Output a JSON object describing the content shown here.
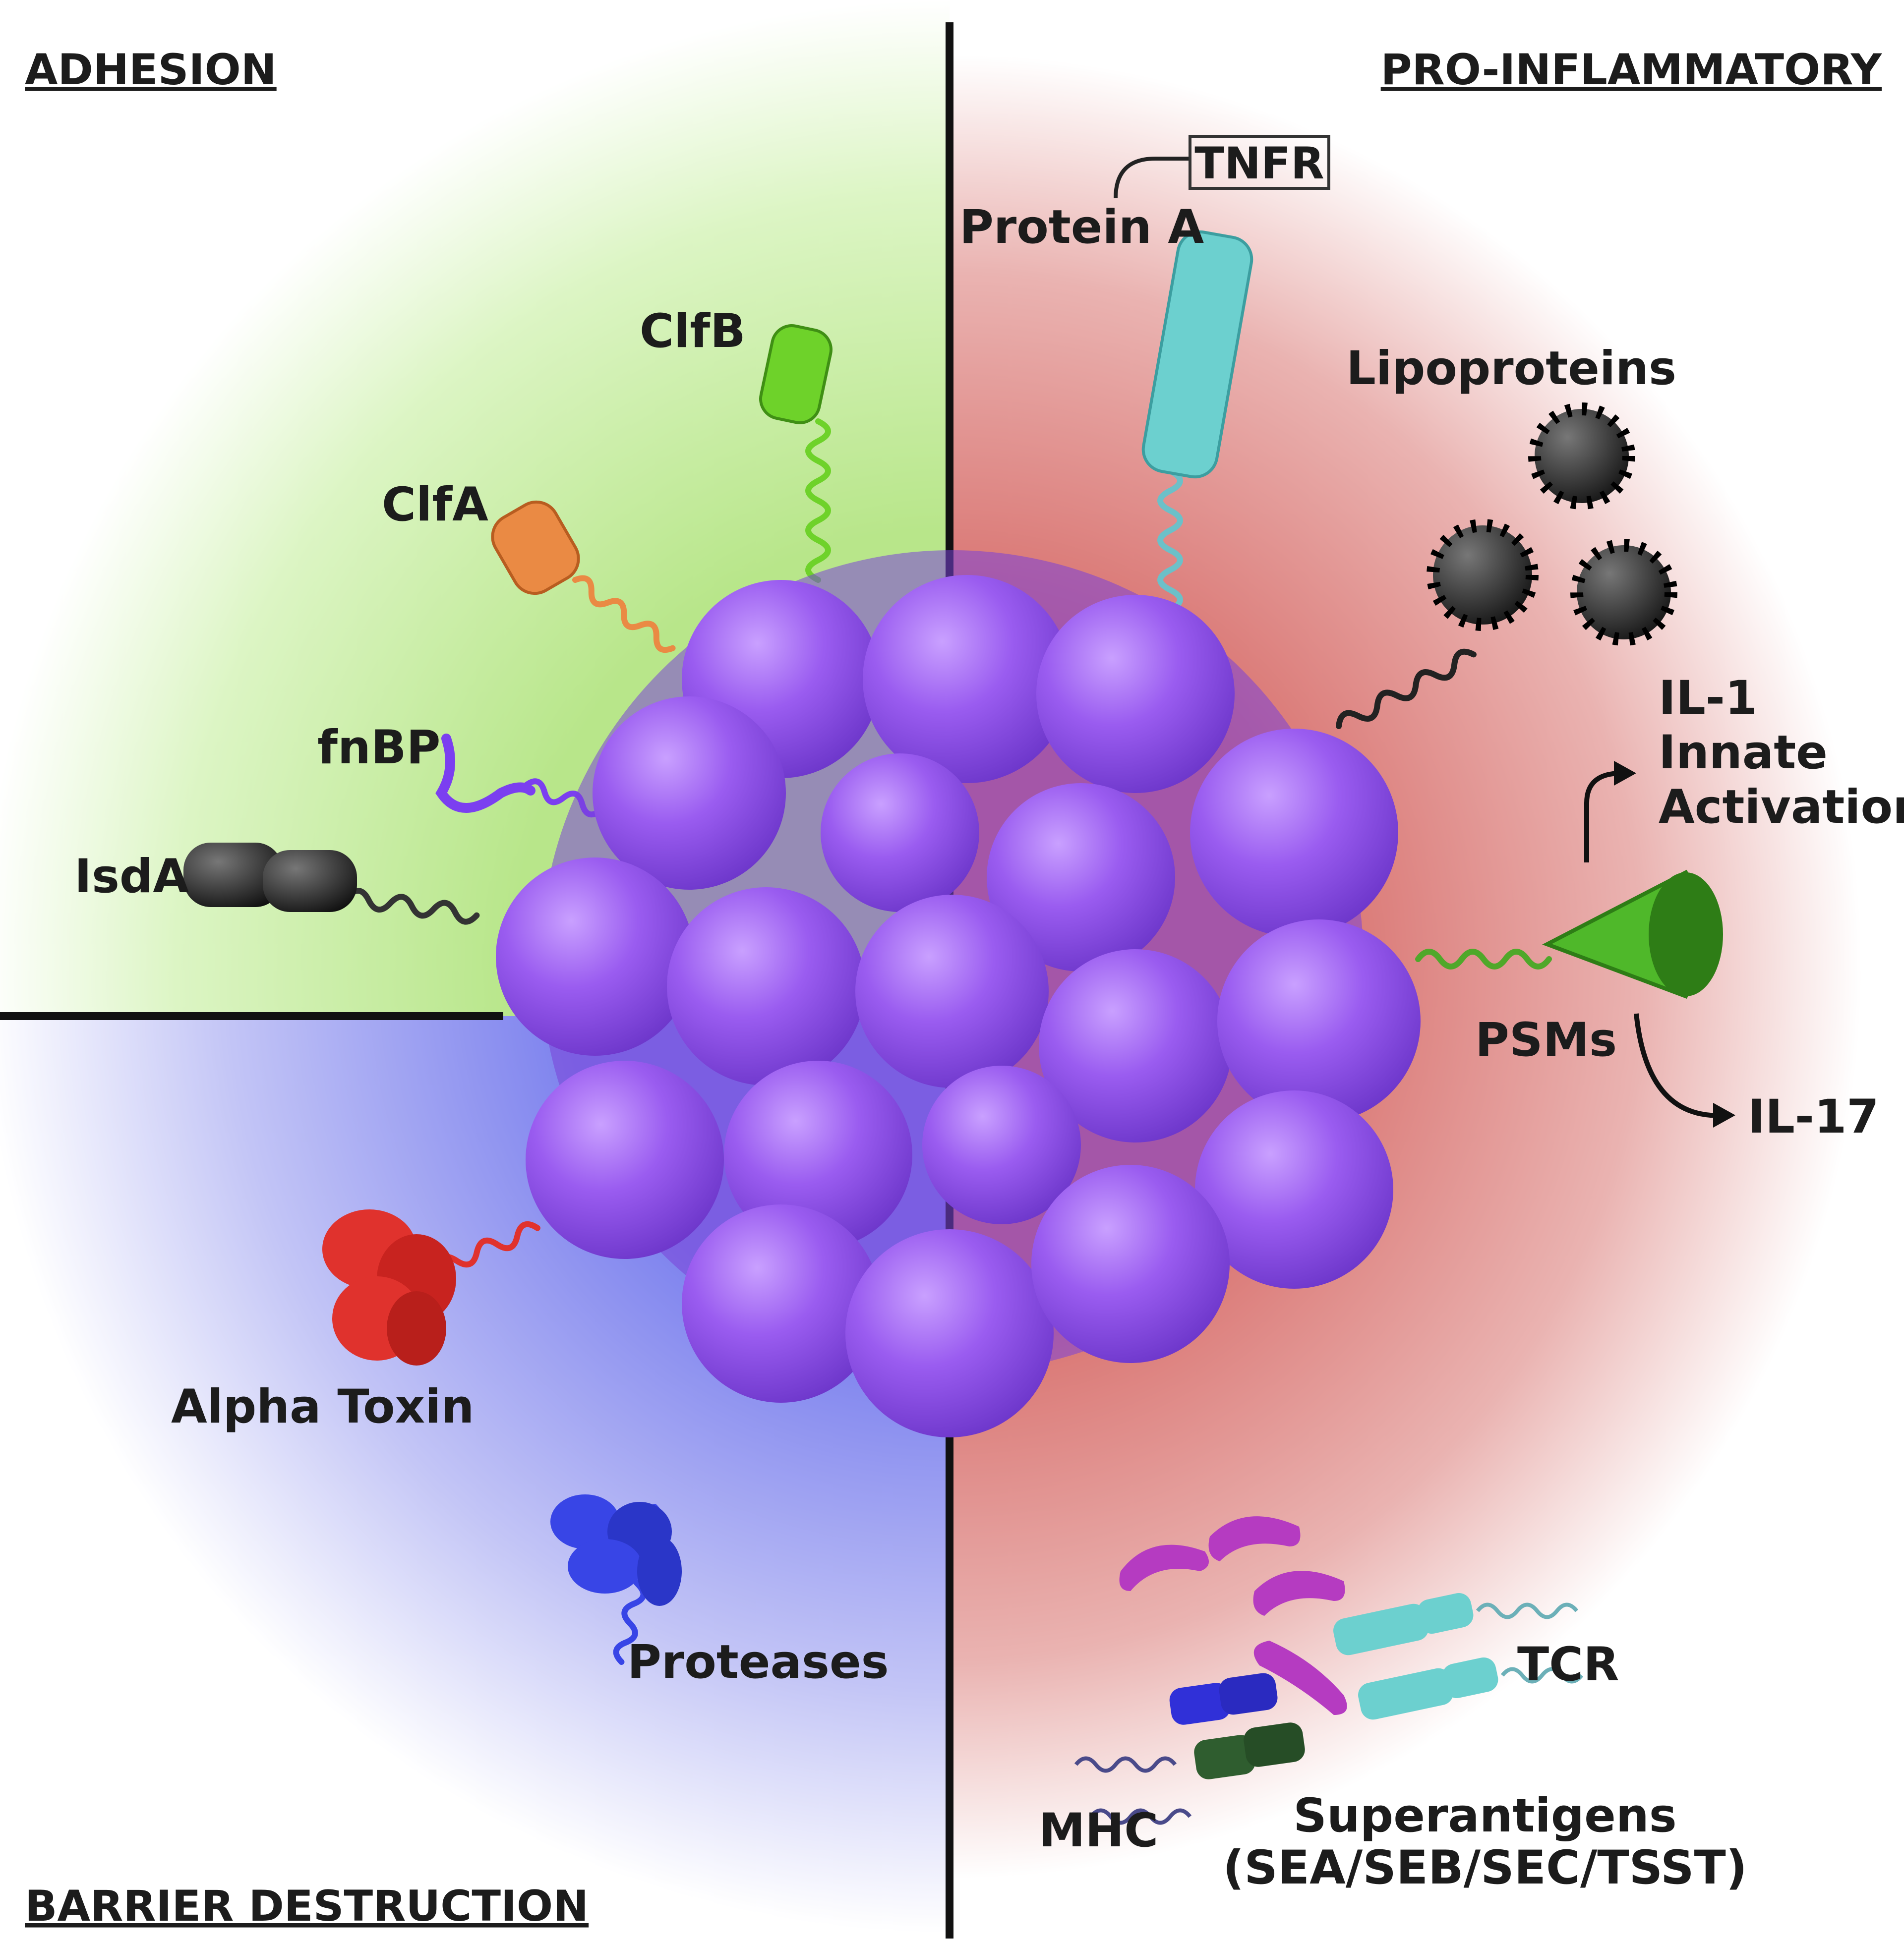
{
  "quadrants": {
    "adhesion": "ADHESION",
    "pro_inflammatory": "PRO-INFLAMMATORY",
    "barrier_destruction": "BARRIER DESTRUCTION"
  },
  "labels": {
    "clfb": "ClfB",
    "clfa": "ClfA",
    "fnbp": "fnBP",
    "isda": "IsdA",
    "protein_a": "Protein A",
    "tnfr": "TNFR",
    "lipoproteins": "Lipoproteins",
    "il1": "IL-1",
    "innate": "Innate",
    "activation": "Activation",
    "psms": "PSMs",
    "il17": "IL-17",
    "alpha_toxin": "Alpha Toxin",
    "proteases": "Proteases",
    "tcr": "TCR",
    "mhc": "MHC",
    "superantigens": "Superantigens",
    "superantigens_types": "(SEA/SEB/SEC/TSST)"
  },
  "colors": {
    "adhesion_bg": "#c8eea0",
    "inflammatory_bg": "#dc7f7c",
    "barrier_bg": "#8c8ef0",
    "cell": "#8b4fe6",
    "clfb": "#6ed22a",
    "clfa": "#ea8a44",
    "fnbp": "#7b3ff0",
    "isda": "#3a3a3a",
    "protein_a": "#6cd0cf",
    "psm": "#4fb82a",
    "alpha_toxin": "#e0322d",
    "proteases": "#3845e6",
    "superantigen": "#b53bc1",
    "mhc": "#2f5d2f"
  }
}
